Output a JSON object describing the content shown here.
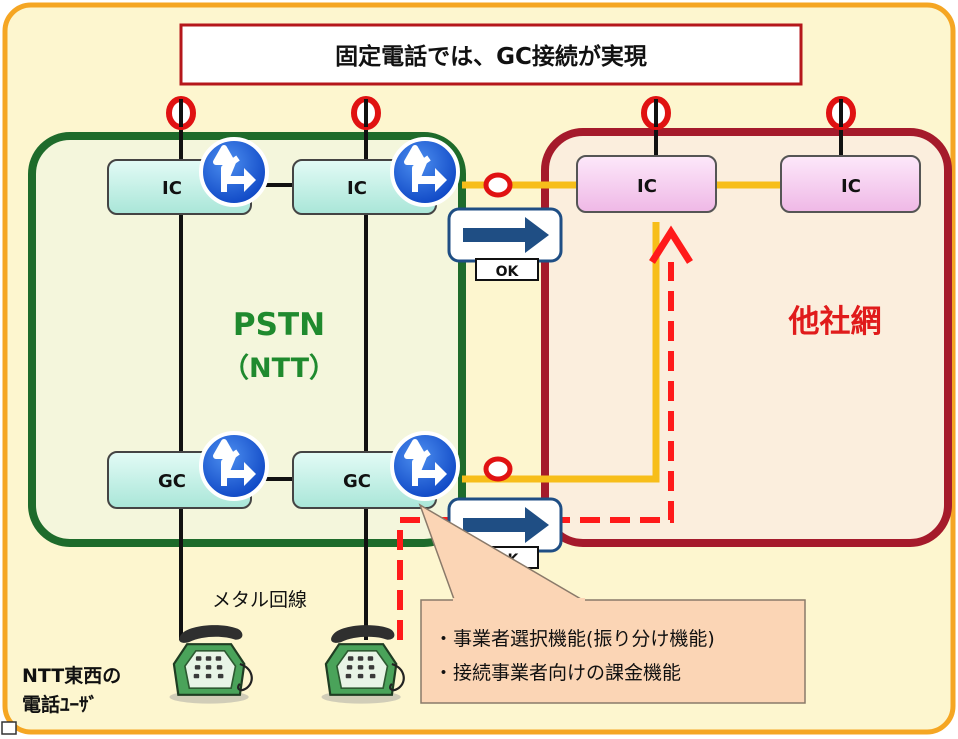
{
  "title": "固定電話では、GC接続が実現",
  "networks": {
    "pstn": {
      "label": "PSTN",
      "sublabel": "（NTT）",
      "color": "#1f8a2e"
    },
    "other": {
      "label": "他社網",
      "color": "#e01b1b"
    }
  },
  "nodes": {
    "pstn_ic_left": "IC",
    "pstn_ic_right": "IC",
    "pstn_gc_left": "GC",
    "pstn_gc_right": "GC",
    "other_ic_left": "IC",
    "other_ic_right": "IC"
  },
  "ok_label_top": "OK",
  "ok_label_bottom": "OK",
  "metal_line_label": "メタル回線",
  "user_label_line1": "NTT東西の",
  "user_label_line2": "電話ﾕｰｻﾞ",
  "callout": {
    "line1": "・事業者選択機能(振り分け機能)",
    "line2": "・接続事業者向けの課金機能"
  },
  "colors": {
    "background": "#fdf6cf",
    "frame": "#f5a623",
    "pstn_node_fill": "#bff0e6",
    "other_node_fill": "#f6c9f0",
    "yellow_link": "#f7be1a",
    "red_path": "#ff1a1a",
    "arrow_blue": "#1f4e84",
    "callout_fill": "#fbd5b5"
  }
}
